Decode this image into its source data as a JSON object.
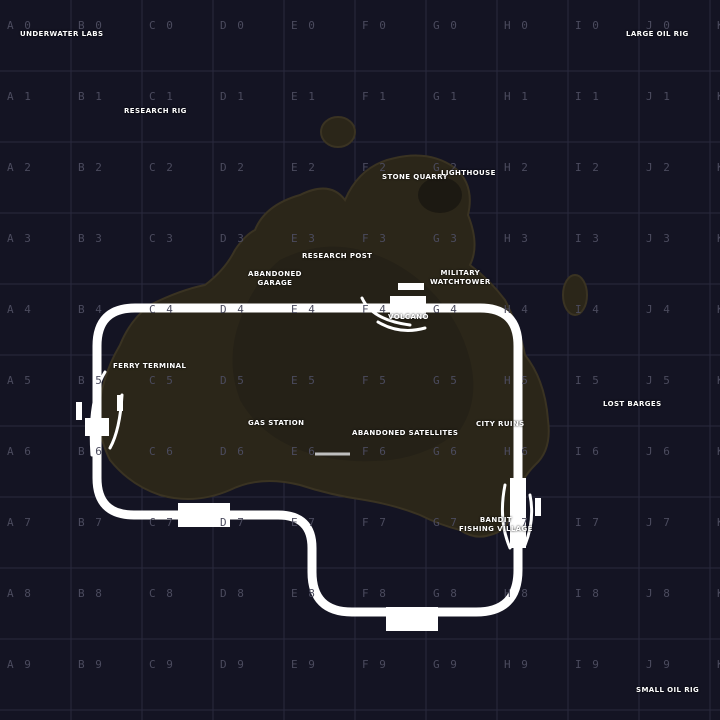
{
  "grid": {
    "columns": [
      "A",
      "B",
      "C",
      "D",
      "E",
      "F",
      "G",
      "H",
      "I",
      "J",
      "K"
    ],
    "rows": [
      "0",
      "1",
      "2",
      "3",
      "4",
      "5",
      "6",
      "7",
      "8",
      "9"
    ]
  },
  "places": {
    "underwater_labs": "Underwater Labs",
    "large_oil_rig": "Large Oil Rig",
    "research_rig": "Research Rig",
    "stone_quarry": "Stone Quarry",
    "lighthouse": "Lighthouse",
    "research_post": "Research Post",
    "abandoned_garage": "Abandoned\nGarage",
    "military_watchtower": "Military\nWatchtower",
    "volcano": "Volcano",
    "ferry_terminal": "Ferry Terminal",
    "lost_barges": "Lost Barges",
    "gas_station": "Gas Station",
    "abandoned_satellites": "Abandoned Satellites",
    "city_ruins": "City Ruins",
    "bandit_fishing_village": "Bandit\nFishing Village",
    "small_oil_rig": "Small Oil Rig"
  },
  "colors": {
    "ocean": "#141423",
    "grid_line": "#2a2a3e",
    "grid_text": "#4b4b5e",
    "land": "#2a2619",
    "track": "#ffffff"
  }
}
